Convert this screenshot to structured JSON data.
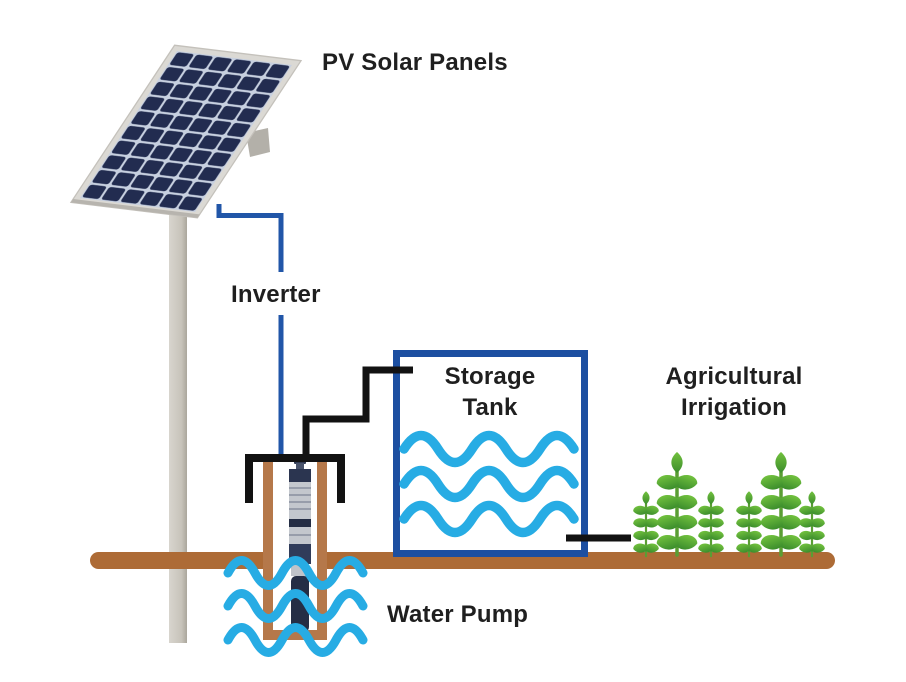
{
  "diagram": {
    "labels": {
      "pv_panels": "PV Solar Panels",
      "inverter": "Inverter",
      "storage_tank": "Storage Tank",
      "agricultural_irrigation": "Agricultural Irrigation",
      "water_pump": "Water Pump"
    },
    "components": [
      "pv-solar-panel",
      "pole",
      "inverter-wire",
      "well",
      "submersible-pump",
      "storage-tank",
      "water-waves",
      "ground",
      "crops",
      "pipes"
    ],
    "colors": {
      "label_color": "#1f1f1f",
      "wire_blue": "#2156a8",
      "tank_border_blue": "#1c4fa1",
      "water_blue": "#27ace4",
      "ground_brown": "#ad6b36",
      "well_brown": "#b5784a",
      "pipe_black": "#121212",
      "pole_gray": "#c7c3ba",
      "panel_cell_navy": "#222c50",
      "plant_light_green": "#72c13e",
      "plant_dark_green": "#3b8d2c"
    }
  }
}
